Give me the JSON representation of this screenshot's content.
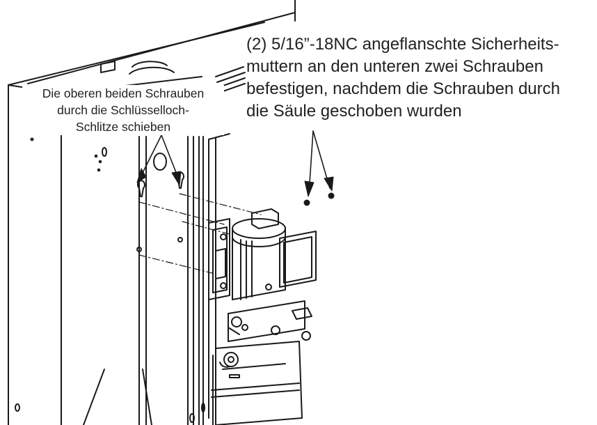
{
  "callouts": {
    "top_bolts": {
      "line1": "Die oberen beiden Schrauben",
      "line2": "durch die Schlüsselloch-",
      "line3": "Schlitze schieben"
    },
    "lower_nuts": {
      "line1": "(2) 5/16”-18NC angeflanschte Sicherheits-",
      "line2": "muttern an den unteren zwei Schrauben",
      "line3": "befestigen, nachdem die Schrauben durch",
      "line4": "die Säule geschoben wurden"
    }
  }
}
